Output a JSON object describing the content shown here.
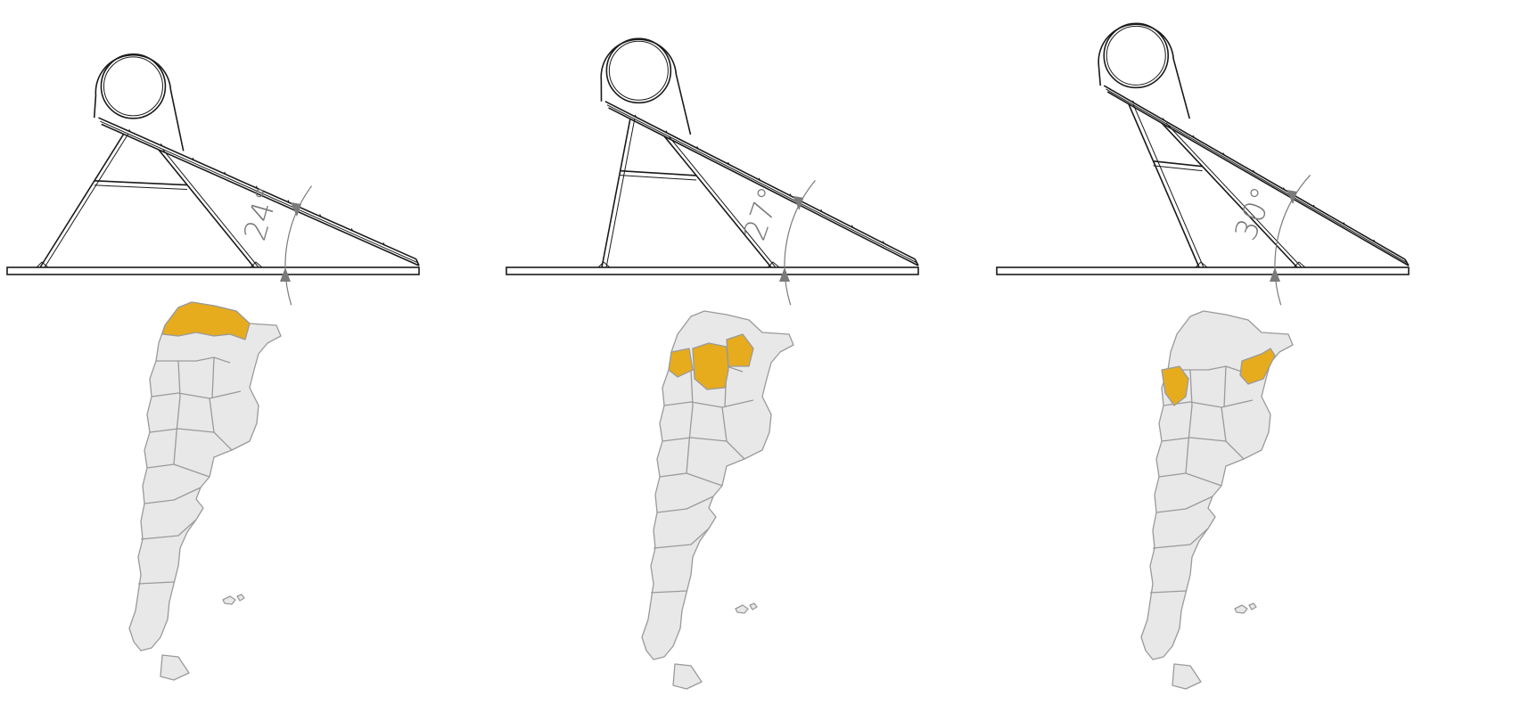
{
  "colors": {
    "highlight": "#E6AC1E",
    "land": "#E8E8E8",
    "border": "#9A9A9A",
    "structure": "#1A1A1A",
    "angle": "#7A7A7A"
  },
  "panels": [
    {
      "angle_value": 24,
      "angle_label": "24°",
      "highlighted_region": "north-far"
    },
    {
      "angle_value": 27,
      "angle_label": "27°",
      "highlighted_region": "north-central"
    },
    {
      "angle_value": 30,
      "angle_label": "30°",
      "highlighted_region": "central-east"
    }
  ]
}
